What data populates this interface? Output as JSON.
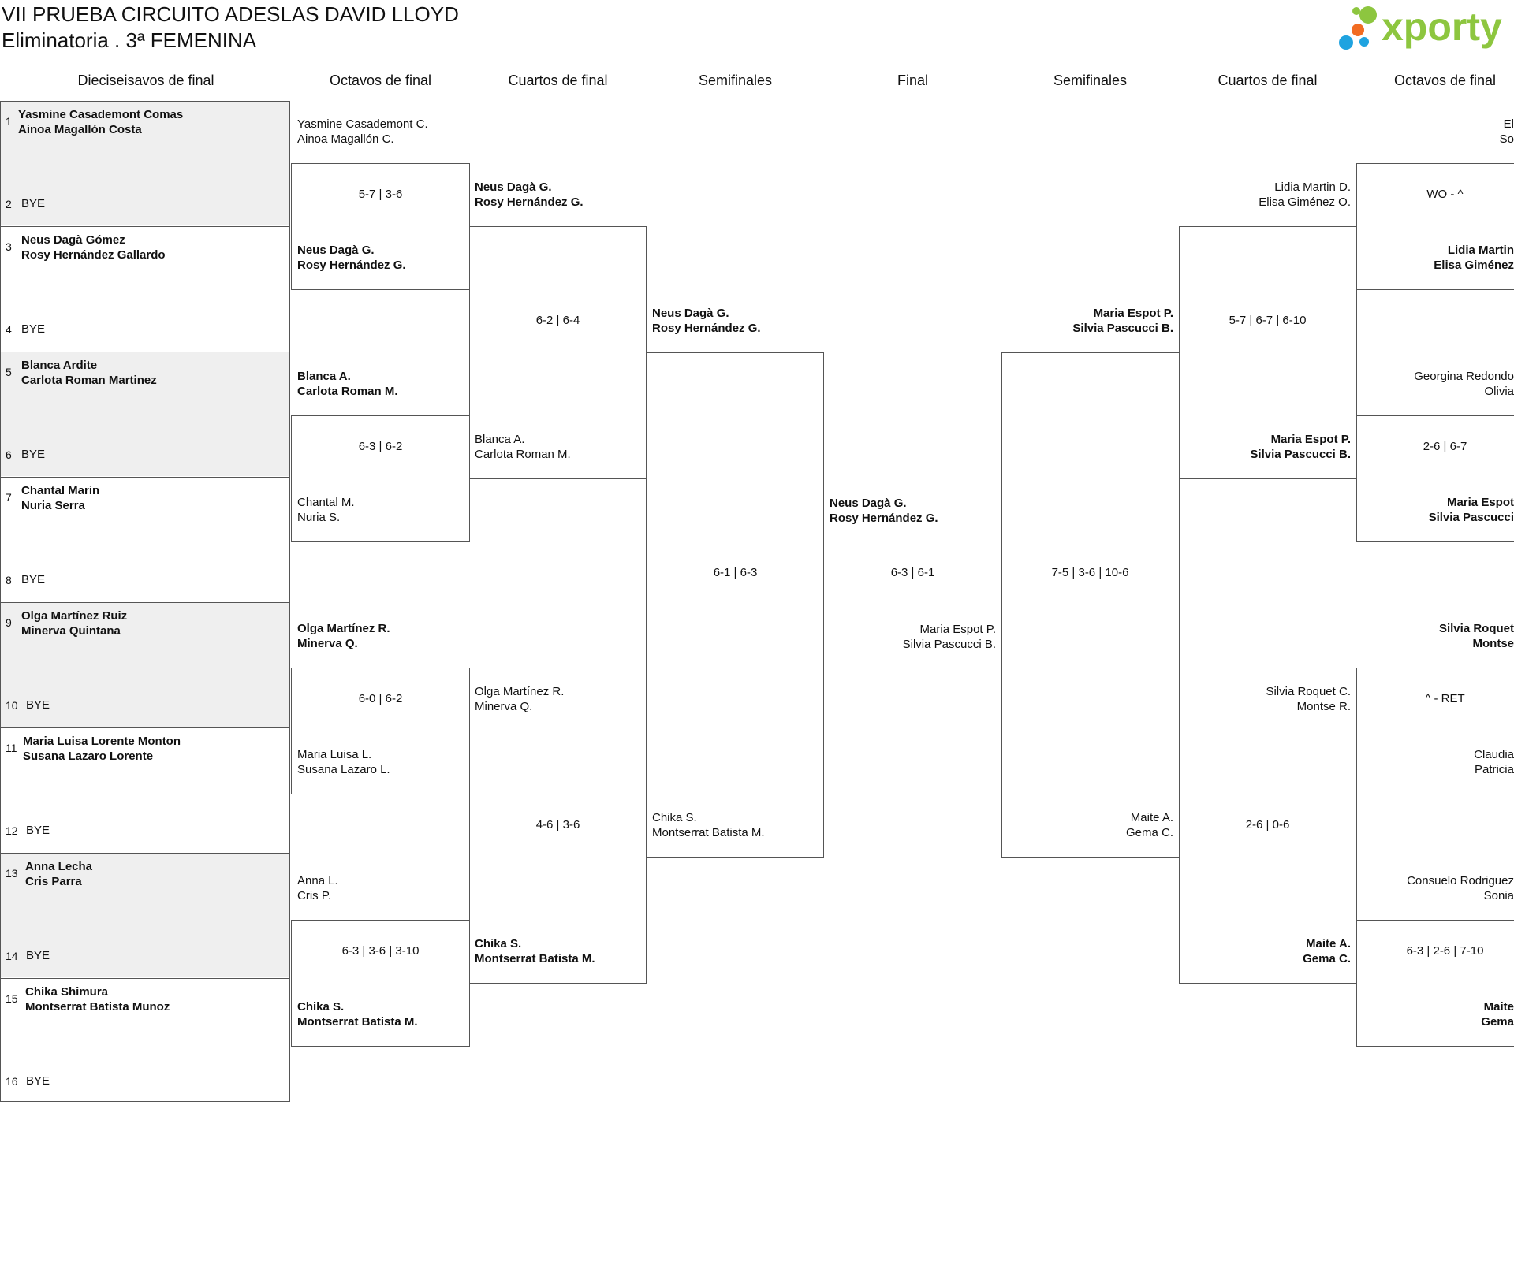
{
  "header": {
    "title": "VII PRUEBA CIRCUITO ADESLAS DAVID LLOYD",
    "subtitle": "Eliminatoria . 3ª FEMENINA",
    "logo_text": "xporty",
    "colors": {
      "logo_green": "#8dc63f",
      "logo_blue": "#1fa3e0",
      "logo_orange": "#f26c22"
    }
  },
  "rounds": {
    "r32": "Dieciseisavos de final",
    "r16": "Octavos de final",
    "qf": "Cuartos de final",
    "sf": "Semifinales",
    "final": "Final",
    "sf_right": "Semifinales",
    "qf_right": "Cuartos de final",
    "r16_right": "Octavos de final"
  },
  "seeds": [
    {
      "num": "1",
      "p1": "Yasmine Casademont Comas",
      "p2": "Ainoa Magallón Costa"
    },
    {
      "num": "2",
      "bye": "BYE"
    },
    {
      "num": "3",
      "p1": "Neus Dagà Gómez",
      "p2": "Rosy Hernández Gallardo"
    },
    {
      "num": "4",
      "bye": "BYE"
    },
    {
      "num": "5",
      "p1": "Blanca Ardite",
      "p2": "Carlota Roman Martinez"
    },
    {
      "num": "6",
      "bye": "BYE"
    },
    {
      "num": "7",
      "p1": "Chantal Marin",
      "p2": "Nuria Serra"
    },
    {
      "num": "8",
      "bye": "BYE"
    },
    {
      "num": "9",
      "p1": "Olga Martínez Ruiz",
      "p2": "Minerva Quintana"
    },
    {
      "num": "10",
      "bye": "BYE"
    },
    {
      "num": "11",
      "p1": "Maria Luisa Lorente Monton",
      "p2": "Susana Lazaro Lorente"
    },
    {
      "num": "12",
      "bye": "BYE"
    },
    {
      "num": "13",
      "p1": "Anna Lecha",
      "p2": "Cris Parra"
    },
    {
      "num": "14",
      "bye": "BYE"
    },
    {
      "num": "15",
      "p1": "Chika Shimura",
      "p2": "Montserrat Batista Munoz"
    },
    {
      "num": "16",
      "bye": "BYE"
    }
  ],
  "r16_left": [
    {
      "p1": "Yasmine Casademont C.",
      "p2": "Ainoa Magallón C.",
      "win": false
    },
    {
      "score": "5-7 | 3-6"
    },
    {
      "p1": "Neus Dagà G.",
      "p2": "Rosy Hernández G.",
      "win": true
    },
    {
      "p1": "Blanca A.",
      "p2": "Carlota Roman M.",
      "win": true
    },
    {
      "score": "6-3 | 6-2"
    },
    {
      "p1": "Chantal M.",
      "p2": "Nuria S.",
      "win": false
    },
    {
      "p1": "Olga Martínez R.",
      "p2": "Minerva Q.",
      "win": true
    },
    {
      "score": "6-0 | 6-2"
    },
    {
      "p1": "Maria Luisa L.",
      "p2": "Susana Lazaro L.",
      "win": false
    },
    {
      "p1": "Anna L.",
      "p2": "Cris P.",
      "win": false
    },
    {
      "score": "6-3 | 3-6 | 3-10"
    },
    {
      "p1": "Chika S.",
      "p2": "Montserrat Batista M.",
      "win": true
    }
  ],
  "qf_left": [
    {
      "p1": "Neus Dagà G.",
      "p2": "Rosy Hernández G.",
      "win": true
    },
    {
      "score": "6-2 | 6-4"
    },
    {
      "p1": "Blanca A.",
      "p2": "Carlota Roman M.",
      "win": false
    },
    {
      "p1": "Olga Martínez R.",
      "p2": "Minerva Q.",
      "win": false
    },
    {
      "score": "4-6 | 3-6"
    },
    {
      "p1": "Chika S.",
      "p2": "Montserrat Batista M.",
      "win": true
    }
  ],
  "sf_left": [
    {
      "p1": "Neus Dagà G.",
      "p2": "Rosy Hernández G.",
      "win": true
    },
    {
      "score": "6-1 | 6-3"
    },
    {
      "p1": "Chika S.",
      "p2": "Montserrat Batista M.",
      "win": false
    }
  ],
  "final": [
    {
      "p1": "Neus Dagà G.",
      "p2": "Rosy Hernández G.",
      "win": true
    },
    {
      "score": "6-3 | 6-1"
    },
    {
      "p1": "Maria Espot P.",
      "p2": "Silvia Pascucci B.",
      "win": false
    }
  ],
  "sf_right": [
    {
      "p1": "Maria Espot P.",
      "p2": "Silvia Pascucci B.",
      "win": true
    },
    {
      "score": "7-5 | 3-6 | 10-6"
    },
    {
      "p1": "Maite A.",
      "p2": "Gema C.",
      "win": false
    }
  ],
  "qf_right": [
    {
      "p1": "Lidia Martin D.",
      "p2": "Elisa Giménez O.",
      "win": false
    },
    {
      "score": "5-7 | 6-7 | 6-10"
    },
    {
      "p1": "Maria Espot P.",
      "p2": "Silvia Pascucci B.",
      "win": true
    },
    {
      "p1": "Silvia Roquet C.",
      "p2": "Montse R.",
      "win": false
    },
    {
      "score": "2-6 | 0-6"
    },
    {
      "p1": "Maite A.",
      "p2": "Gema C.",
      "win": true
    }
  ],
  "r16_right": [
    {
      "p1": "El",
      "p2": "So",
      "win": false
    },
    {
      "score": "WO - ^"
    },
    {
      "p1": "Lidia Martin",
      "p2": "Elisa Giménez",
      "win": true
    },
    {
      "p1": "Georgina Redondo",
      "p2": "Olivia",
      "win": false
    },
    {
      "score": "2-6 | 6-7"
    },
    {
      "p1": "Maria Espot",
      "p2": "Silvia Pascucci",
      "win": true
    },
    {
      "p1": "Silvia Roquet",
      "p2": "Montse",
      "win": true
    },
    {
      "score": "^ - RET"
    },
    {
      "p1": "Claudia",
      "p2": "Patricia",
      "win": false
    },
    {
      "p1": "Consuelo Rodriguez",
      "p2": "Sonia",
      "win": false
    },
    {
      "score": "6-3 | 2-6 | 7-10"
    },
    {
      "p1": "Maite",
      "p2": "Gema",
      "win": true
    }
  ]
}
